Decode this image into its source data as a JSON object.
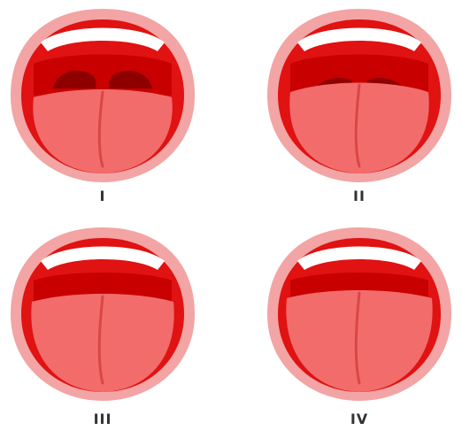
{
  "panels": [
    {
      "label": "I",
      "visible": [
        "soft-palate",
        "fauces",
        "uvula",
        "pillars"
      ]
    },
    {
      "label": "II",
      "visible": [
        "soft-palate",
        "fauces",
        "uvula"
      ]
    },
    {
      "label": "III",
      "visible": [
        "soft-palate",
        "uvula-base"
      ]
    },
    {
      "label": "IV",
      "visible": [
        "hard-palate"
      ]
    }
  ],
  "colors": {
    "lip": "#f3a4a4",
    "lip_inner": "#f7c2c2",
    "mouth": "#e01212",
    "palate": "#c80000",
    "throat": "#8e0000",
    "tongue": "#f26c6c",
    "tongue_groove": "#d94646",
    "teeth": "#ffffff",
    "label": "#333333"
  }
}
